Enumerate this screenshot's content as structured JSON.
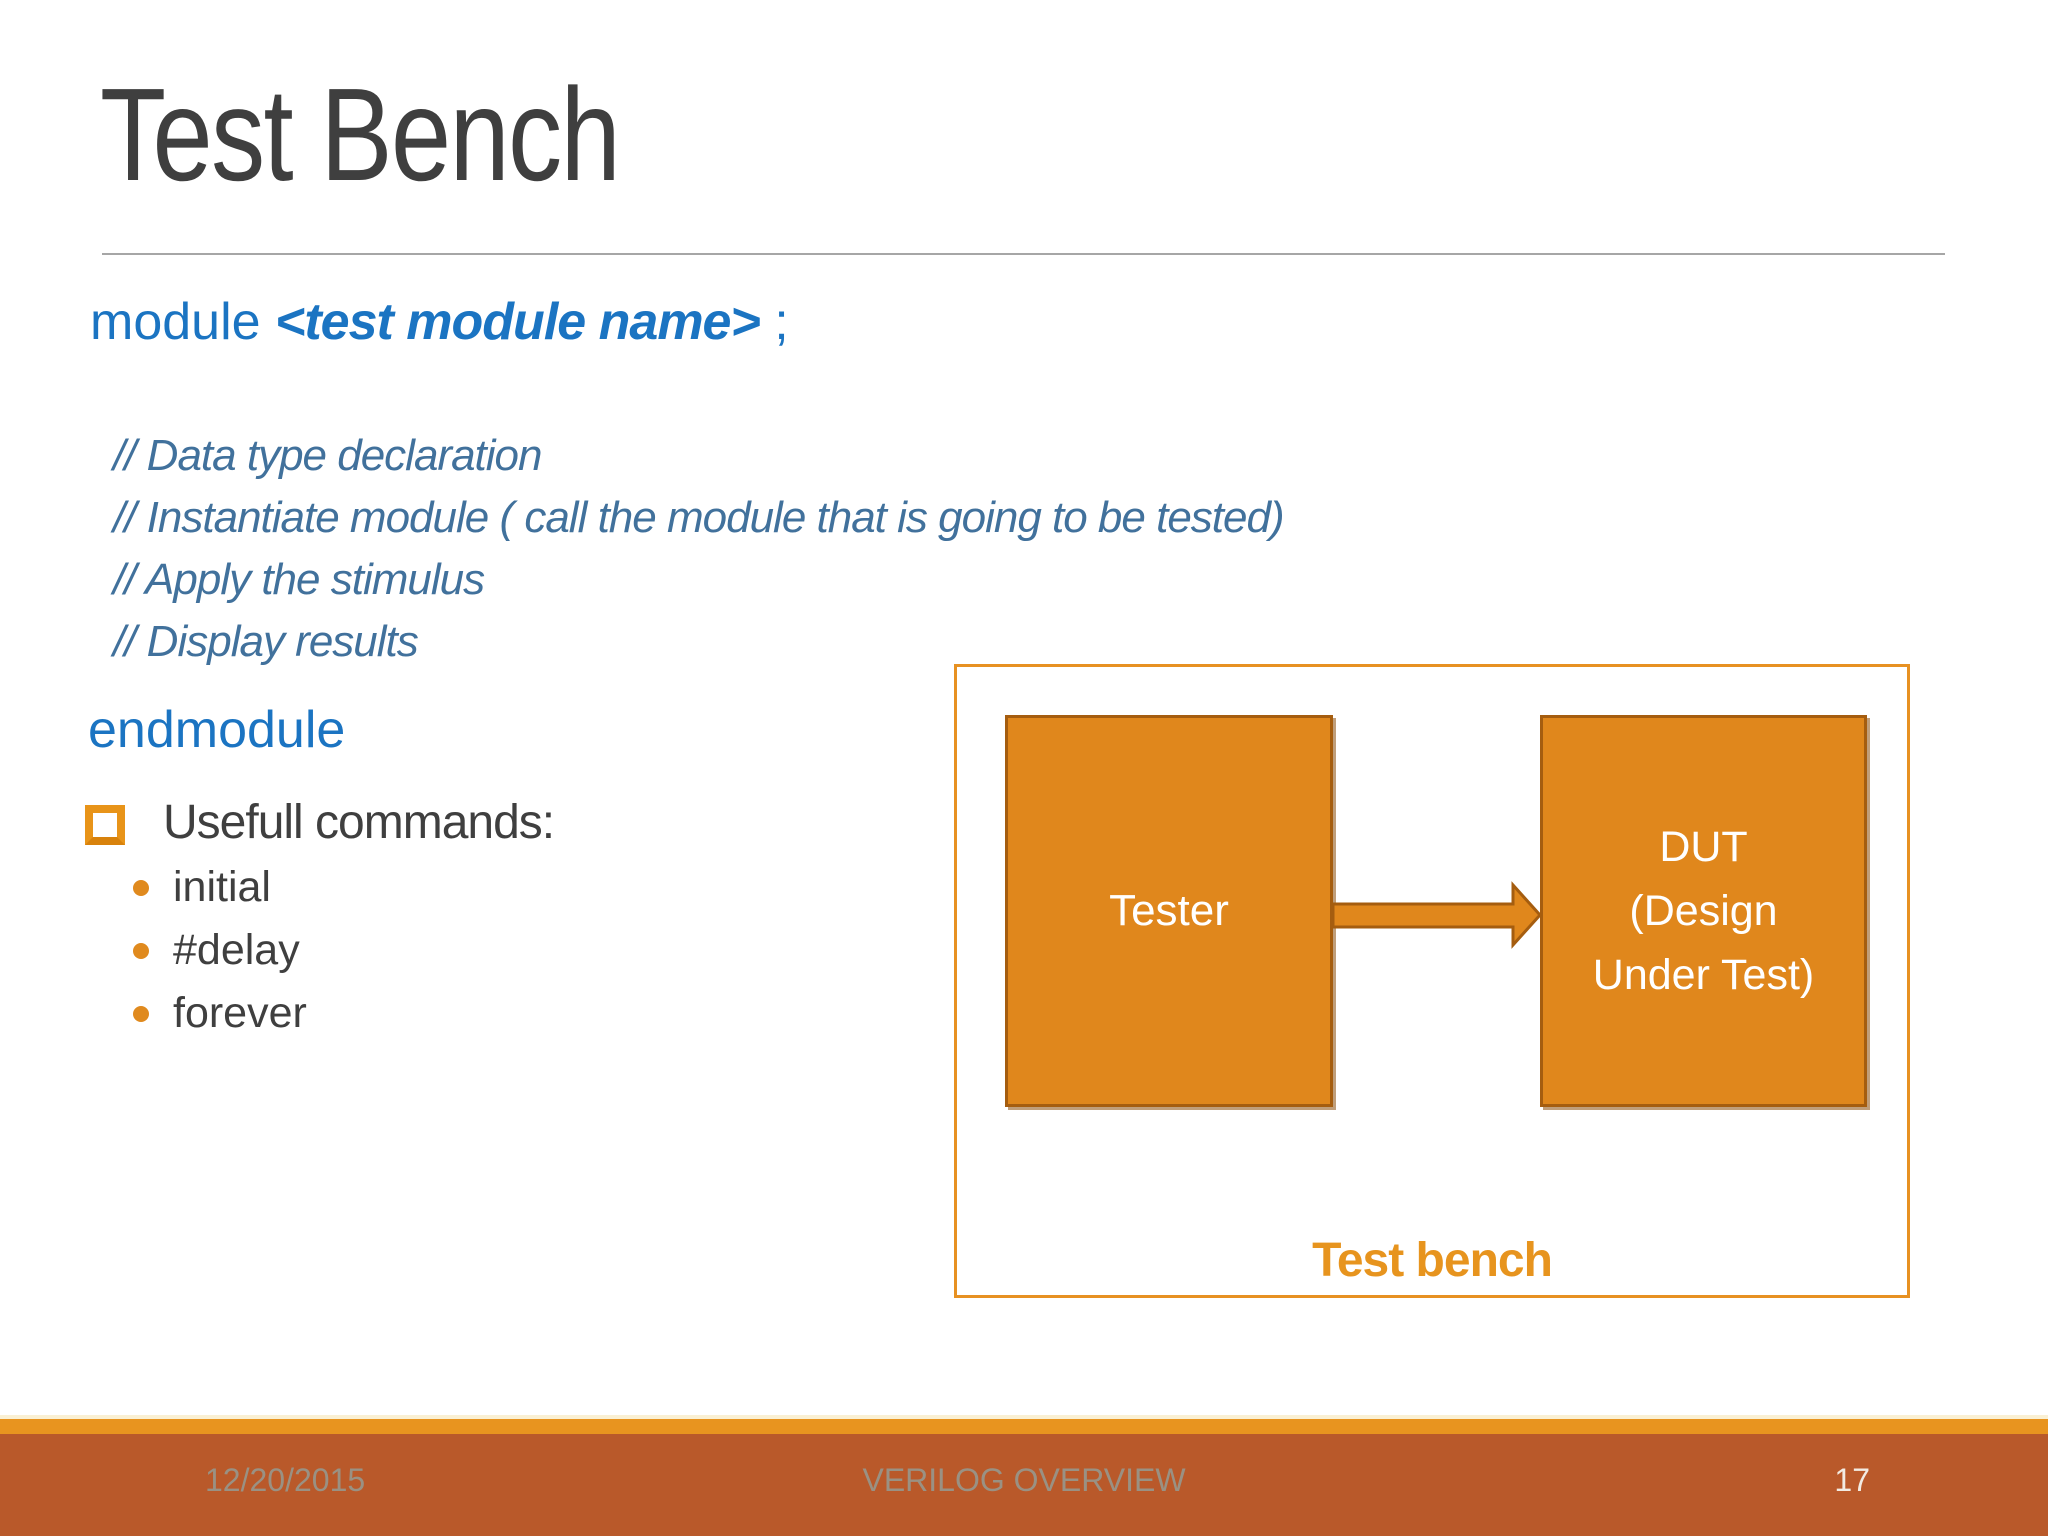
{
  "slide": {
    "title": "Test Bench",
    "code": {
      "module_keyword": "module ",
      "module_placeholder": "<test module name>",
      "module_tail": " ;",
      "comments": [
        "// Data type declaration",
        "// Instantiate module ( call the module that is going to be tested)",
        "// Apply the stimulus",
        "// Display results"
      ],
      "endmodule": "endmodule"
    },
    "commands": {
      "heading": "Usefull commands:",
      "items": [
        "initial",
        "#delay",
        "forever"
      ]
    },
    "diagram": {
      "tester_label": "Tester",
      "dut_lines": [
        "DUT",
        "(Design",
        "Under Test)"
      ],
      "caption": "Test bench"
    },
    "footer": {
      "date": "12/20/2015",
      "center_text": "VERILOG OVERVIEW",
      "page_number": "17"
    },
    "colors": {
      "title_gray": "#3f3f3f",
      "code_blue": "#1b74c2",
      "comment_blue": "#41719c",
      "box_fill_orange": "#e0871c",
      "box_border_dark": "#a55d0f",
      "outer_border_orange": "#e79122",
      "caption_orange": "#e7941e",
      "bullet_orange": "#e08a1e",
      "footer_band_orange": "#e8941f",
      "footer_rust": "#b9592a",
      "footer_text_gray": "#9a9183"
    }
  }
}
